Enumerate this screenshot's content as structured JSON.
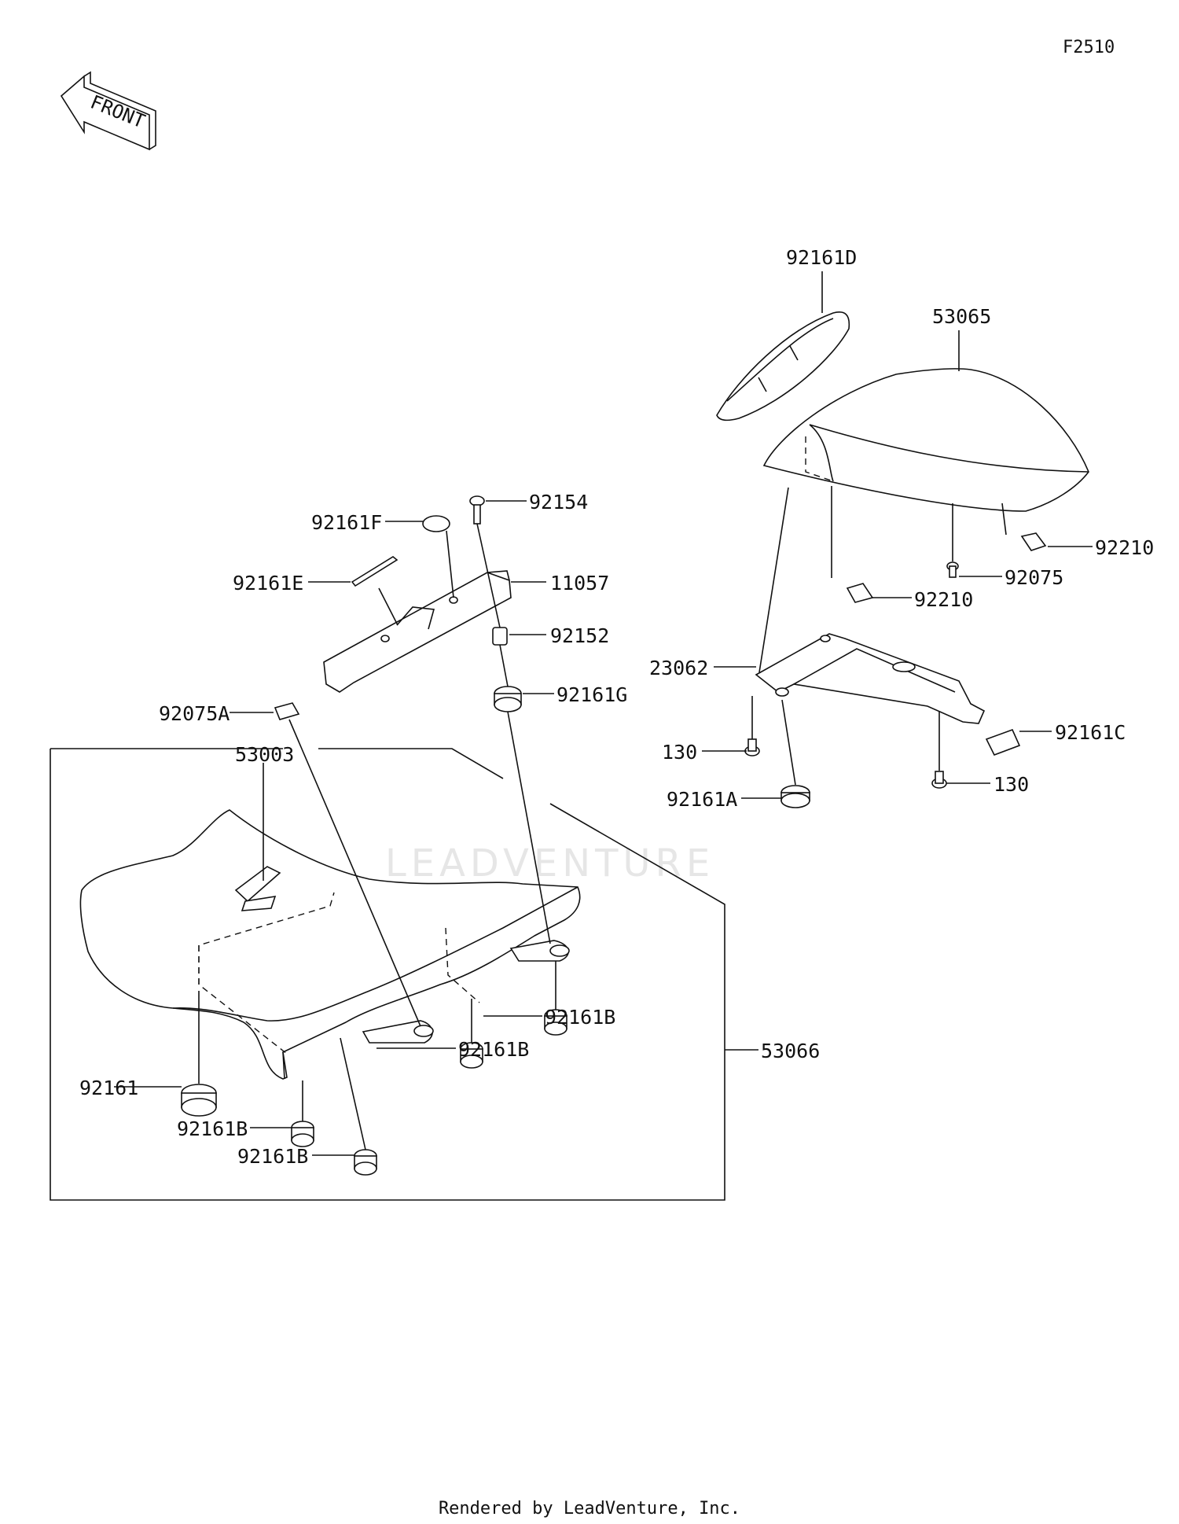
{
  "figure_code": "F2510",
  "front_label": "FRONT",
  "footer": "Rendered by LeadVenture, Inc.",
  "watermark": "LEADVENTURE",
  "labels": {
    "p92161D": "92161D",
    "p53065": "53065",
    "p92154": "92154",
    "p92161F": "92161F",
    "p11057": "11057",
    "p92161E": "92161E",
    "p92152": "92152",
    "p92161G": "92161G",
    "p92075A": "92075A",
    "p53003": "53003",
    "p92210a": "92210",
    "p92075": "92075",
    "p92210b": "92210",
    "p23062": "23062",
    "p130a": "130",
    "p92161C": "92161C",
    "p92161A": "92161A",
    "p130b": "130",
    "p92161Ba": "92161B",
    "p92161Bb": "92161B",
    "p53066": "53066",
    "p92161": "92161",
    "p92161Bc": "92161B",
    "p92161Bd": "92161B"
  }
}
